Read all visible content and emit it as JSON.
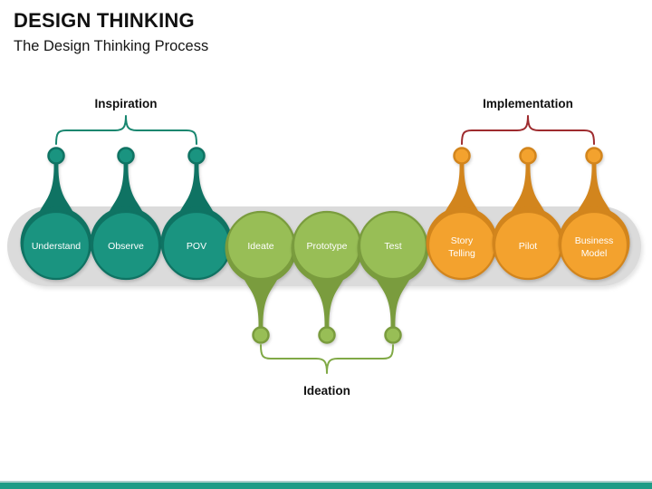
{
  "slide": {
    "title": "DESIGN THINKING",
    "subtitle": "The Design Thinking Process"
  },
  "groups": {
    "inspiration": {
      "label": "Inspiration"
    },
    "ideation": {
      "label": "Ideation"
    },
    "implementation": {
      "label": "Implementation"
    }
  },
  "stages": [
    {
      "label": "Understand"
    },
    {
      "label": "Observe"
    },
    {
      "label": "POV"
    },
    {
      "label": "Ideate"
    },
    {
      "label": "Prototype"
    },
    {
      "label": "Test"
    },
    {
      "label": "Story Telling",
      "line1": "Story",
      "line2": "Telling"
    },
    {
      "label": "Pilot"
    },
    {
      "label": "Business Model",
      "line1": "Business",
      "line2": "Model"
    }
  ],
  "colors": {
    "teal_fill": "#1A9480",
    "teal_dark": "#0F7363",
    "teal_bracket": "#17866F",
    "green_fill": "#98BE56",
    "green_dark": "#7A9C3E",
    "green_bracket": "#80A946",
    "orange_fill": "#F3A22E",
    "orange_dark": "#D2851D",
    "implementation_bracket": "#9E2B2E",
    "track_gray": "#DBDBDB",
    "footer_teal": "#1E9C86",
    "footer_line": "#A9CFCB",
    "text_dark": "#111111",
    "bubble_text": "#FFFFFF"
  }
}
